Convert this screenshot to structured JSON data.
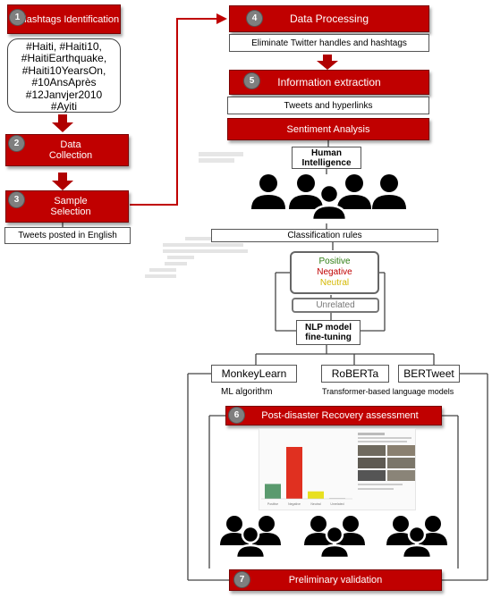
{
  "steps": {
    "hashtags_identification": {
      "num": "1",
      "label": "Hashtags Identification"
    },
    "data_collection": {
      "num": "2",
      "label": "Data Collection"
    },
    "sample_selection": {
      "num": "3",
      "label": "Sample Selection"
    },
    "data_processing": {
      "num": "4",
      "label": "Data Processing"
    },
    "information_extraction": {
      "num": "5",
      "label": "Information extraction"
    },
    "recovery_assessment": {
      "num": "6",
      "label": "Post-disaster Recovery  assessment"
    },
    "preliminary_validation": {
      "num": "7",
      "label": "Preliminary validation"
    }
  },
  "hashtags": [
    "#Haiti, #Haiti10,",
    "#HaitiEarthquake,",
    "#Haiti10YearsOn,",
    "#10AnsAprès",
    "#12Janvjer2010",
    "#Ayiti"
  ],
  "boxes": {
    "tweets_english": "Tweets posted in English",
    "eliminate": "Eliminate Twitter handles and hashtags",
    "tweets_hyperlinks": "Tweets and hyperlinks",
    "sentiment_analysis": "Sentiment  Analysis",
    "human_intelligence": "Human Intelligence",
    "classification_rules": "Classification rules",
    "unrelated": "Unrelated",
    "nlp_model": "NLP model fine-tuning",
    "monkeylearn": "MonkeyLearn",
    "roberta": "RoBERTa",
    "bertweet": "BERTweet",
    "ml_algorithm": "ML algorithm",
    "transformer_models": "Transformer-based language models"
  },
  "sentiments": [
    {
      "label": "Positive",
      "color": "#2e7d12"
    },
    {
      "label": "Negative",
      "color": "#c00000"
    },
    {
      "label": "Neutral",
      "color": "#e6c800"
    }
  ],
  "colors": {
    "step_red": "#c00000",
    "arrow_red": "#b00000",
    "number_gray": "#7f7f7f"
  },
  "icons": [
    "person-group-icon",
    "arrow-down-icon"
  ],
  "chart_data": {
    "type": "bar",
    "categories": [
      "Positive",
      "Negative",
      "Neutral",
      "Unrelated"
    ],
    "values": [
      2,
      7,
      1,
      0
    ],
    "colors": [
      "#5a9a6e",
      "#e03020",
      "#e8e020",
      "#cccccc"
    ]
  }
}
